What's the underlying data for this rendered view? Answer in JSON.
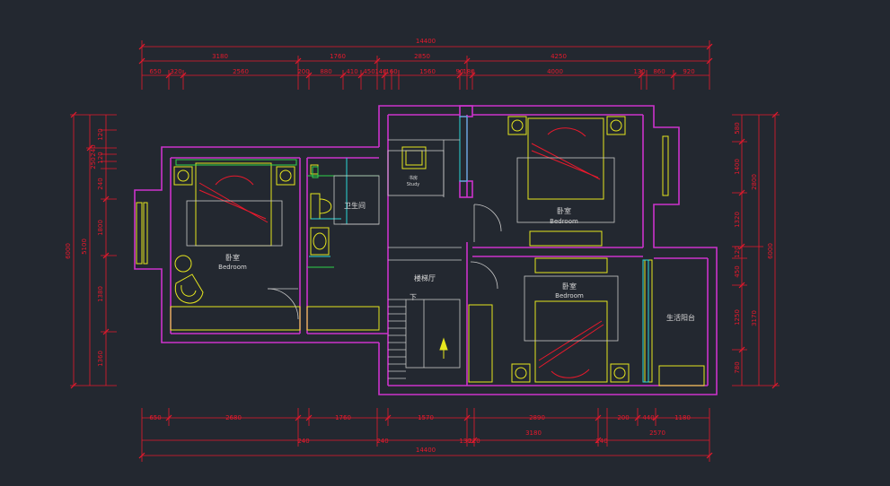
{
  "colors": {
    "background": "#232830",
    "wall": "#cc33cc",
    "dimension": "#e8192c",
    "furniture": "#e6e61e",
    "fixture": "#2bd9d9",
    "green": "#2fd34a",
    "outline": "#c8c8c8",
    "label": "#d8d8d8"
  },
  "dimensions": {
    "top_total": "14400",
    "top_row2": [
      "3180",
      "1760",
      "2850",
      "4250"
    ],
    "top_row3": [
      "650",
      "320",
      "2560",
      "200",
      "880",
      "410",
      "450",
      "140",
      "160",
      "1560",
      "90",
      "180",
      "4000",
      "130",
      "860",
      "920"
    ],
    "bottom_row1": [
      "650",
      "2680",
      "1760",
      "1570",
      "2890",
      "200",
      "440",
      "1180"
    ],
    "bottom_row2": [
      "240",
      "240",
      "130",
      "220",
      "3180",
      "240",
      "2570"
    ],
    "bottom_total": "14400",
    "left_total": "6000",
    "left_mid": "5100",
    "left_parts": [
      "120",
      "240",
      "250",
      "120",
      "240",
      "1800",
      "1380",
      "1360"
    ],
    "right_outer": "6000",
    "right_mid_upper": "2800",
    "right_mid_lower": "3170",
    "right_parts": [
      "580",
      "1400",
      "1320",
      "120",
      "450",
      "1250",
      "780"
    ]
  },
  "rooms": {
    "bedroom_left": {
      "cn": "卧室",
      "en": "Bedroom"
    },
    "bathroom": {
      "cn": "卫生间"
    },
    "study": {
      "cn": "书房",
      "en": "Study"
    },
    "bedroom_top": {
      "cn": "卧室",
      "en": "Bedroom"
    },
    "bedroom_bottom": {
      "cn": "卧室",
      "en": "Bedroom"
    },
    "stair_hall": {
      "cn": "楼梯厅"
    },
    "stair_down": {
      "cn": "下"
    },
    "balcony": {
      "cn": "生活阳台"
    }
  }
}
